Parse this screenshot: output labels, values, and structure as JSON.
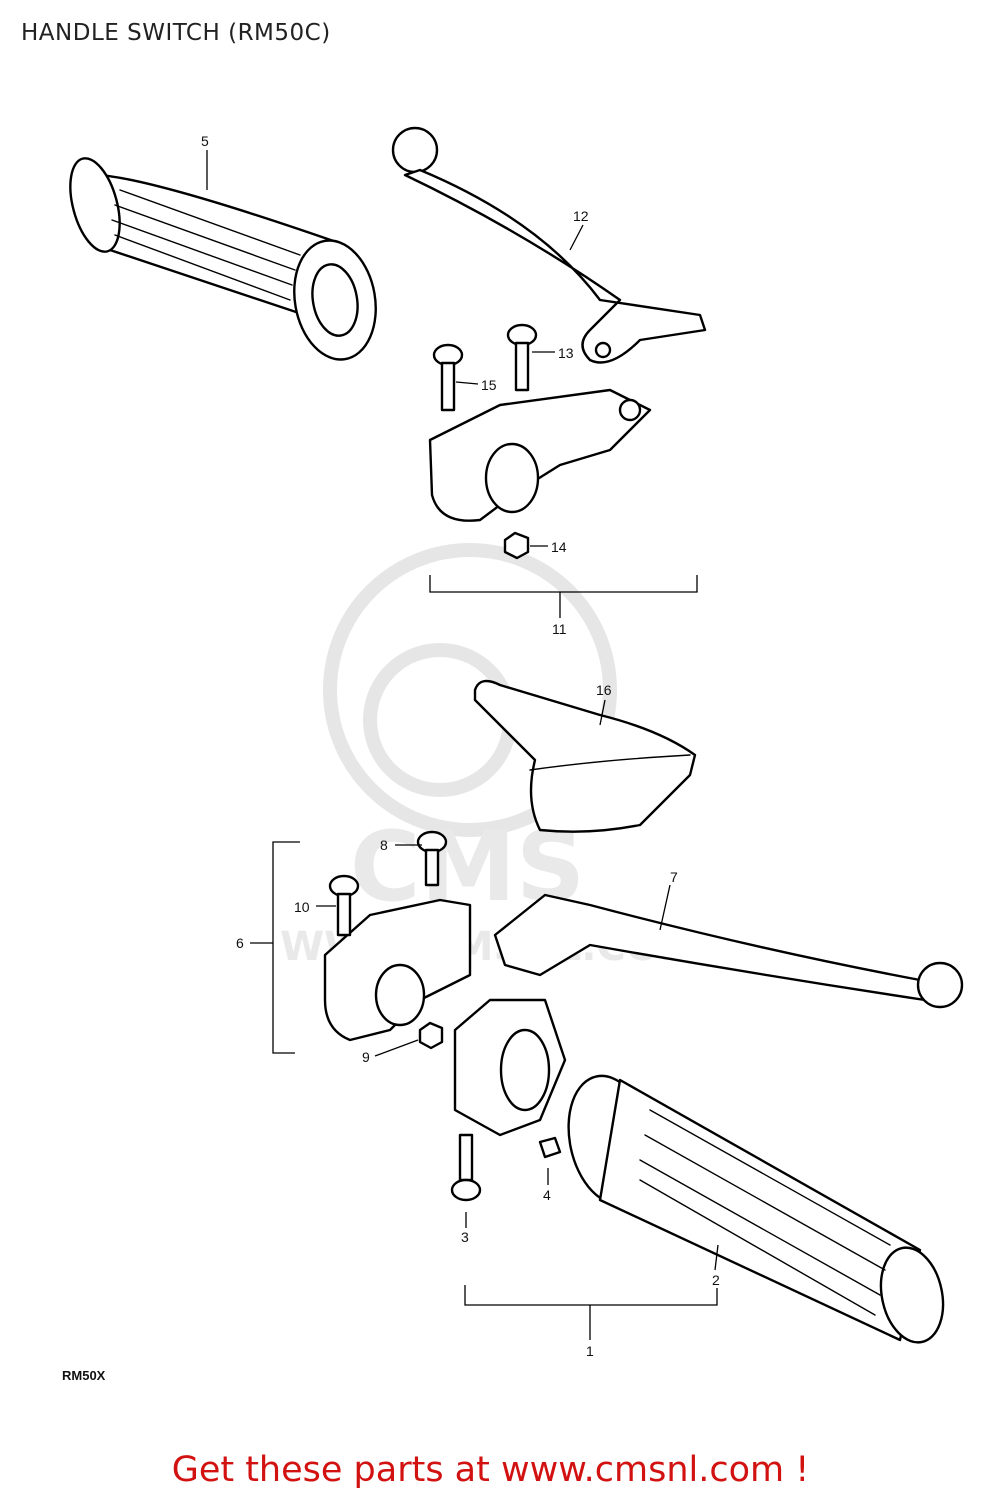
{
  "title": "HANDLE SWITCH (RM50C)",
  "footer": "Get these parts at www.cmsnl.com !",
  "model_code": "RM50X",
  "watermark_text": "CMS",
  "watermark_url": "WWW.CMSNL.COM",
  "callouts": [
    "1",
    "2",
    "3",
    "4",
    "5",
    "6",
    "7",
    "8",
    "9",
    "10",
    "11",
    "12",
    "13",
    "14",
    "15",
    "16"
  ],
  "colors": {
    "footer": "#d21111",
    "watermark": "#e6e6e6"
  }
}
